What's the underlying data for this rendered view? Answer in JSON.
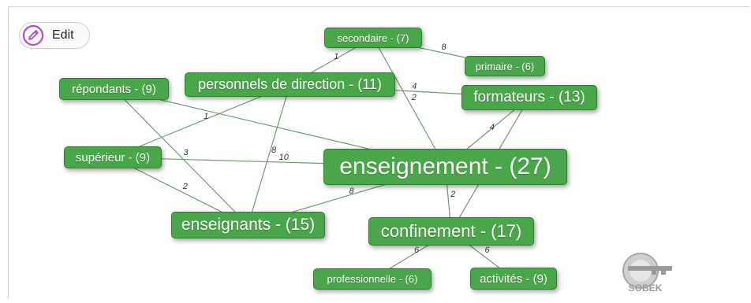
{
  "toolbar": {
    "edit_label": "Edit"
  },
  "graph": {
    "node_color": "#4aa64a",
    "edge_color": "#6f9a6f",
    "nodes": [
      {
        "id": "secondaire",
        "label": "secondaire - (7)"
      },
      {
        "id": "primaire",
        "label": "primaire - (6)"
      },
      {
        "id": "repondants",
        "label": "répondants - (9)"
      },
      {
        "id": "personnels",
        "label": "personnels de direction - (11)"
      },
      {
        "id": "formateurs",
        "label": "formateurs - (13)"
      },
      {
        "id": "superieur",
        "label": "supérieur - (9)"
      },
      {
        "id": "enseignement",
        "label": "enseignement - (27)"
      },
      {
        "id": "enseignants",
        "label": "enseignants - (15)"
      },
      {
        "id": "confinement",
        "label": "confinement - (17)"
      },
      {
        "id": "professionnelle",
        "label": "professionnelle - (6)"
      },
      {
        "id": "activites",
        "label": "activités - (9)"
      }
    ],
    "edges": [
      {
        "from": "secondaire",
        "to": "primaire",
        "label": "8"
      },
      {
        "from": "secondaire",
        "to": "personnels",
        "label": "1"
      },
      {
        "from": "secondaire",
        "to": "enseignement",
        "label": "2"
      },
      {
        "from": "personnels",
        "to": "formateurs",
        "label": "4"
      },
      {
        "from": "personnels",
        "to": "superieur",
        "label": "1"
      },
      {
        "from": "personnels",
        "to": "enseignants",
        "label": "8"
      },
      {
        "from": "repondants",
        "to": "enseignement",
        "label": ""
      },
      {
        "from": "repondants",
        "to": "enseignants",
        "label": "3"
      },
      {
        "from": "superieur",
        "to": "enseignement",
        "label": "10"
      },
      {
        "from": "superieur",
        "to": "enseignants",
        "label": "2"
      },
      {
        "from": "enseignants",
        "to": "enseignement",
        "label": "8"
      },
      {
        "from": "enseignement",
        "to": "formateurs",
        "label": "4"
      },
      {
        "from": "enseignement",
        "to": "confinement",
        "label": "2"
      },
      {
        "from": "formateurs",
        "to": "confinement",
        "label": ""
      },
      {
        "from": "confinement",
        "to": "professionnelle",
        "label": "6"
      },
      {
        "from": "confinement",
        "to": "activites",
        "label": "6"
      }
    ]
  },
  "logo": {
    "text": "SOBEK"
  }
}
